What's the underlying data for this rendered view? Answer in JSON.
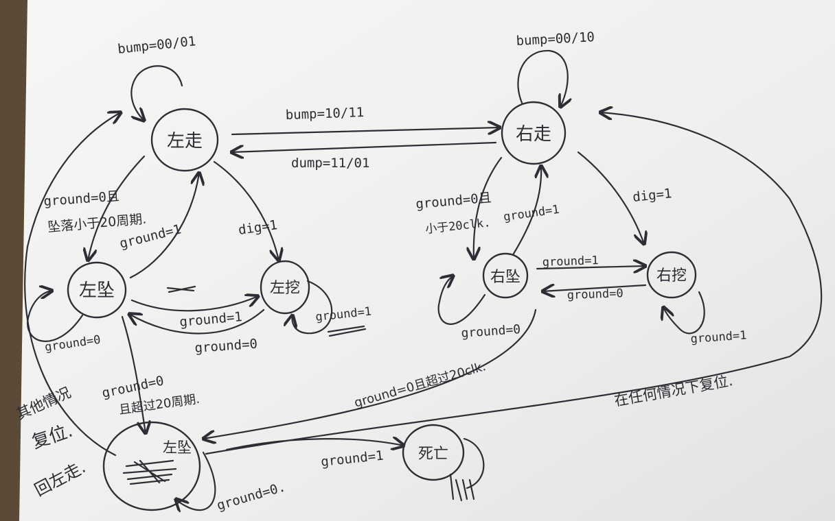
{
  "states": {
    "walk_left": "左走",
    "walk_right": "右走",
    "fall_left": "左坠",
    "fall_right": "右坠",
    "dig_left": "左挖",
    "dig_right": "右挖",
    "splatter": "左坠",
    "dead": "死亡"
  },
  "transitions": {
    "self_walk_left": "bump=00/01",
    "self_walk_right": "bump=00/10",
    "walk_left_to_walk_right": "bump=10/11",
    "walk_right_to_walk_left": "dump=11/01",
    "walk_left_to_fall_left_1": "ground=0且",
    "walk_left_to_fall_left_2": "坠落小于20周期.",
    "fall_left_to_walk_left": "ground=1",
    "walk_left_to_dig_left": "dig=1",
    "fall_left_to_dig_left": "ground=1",
    "dig_left_to_fall_left": "ground=0",
    "self_dig_left": "ground=1",
    "self_fall_left": "ground=0",
    "walk_right_to_fall_right_1": "ground=0且",
    "walk_right_to_fall_right_2": "小于20clk.",
    "fall_right_to_walk_right": "ground=1",
    "walk_right_to_dig_right": "dig=1",
    "fall_right_to_dig_right": "ground=1",
    "dig_right_to_fall_right": "ground=0",
    "self_fall_right": "ground=0",
    "self_dig_right": "ground=1",
    "fall_left_to_splatter_1": "ground=0",
    "fall_left_to_splatter_2": "且超过20周期.",
    "fall_right_to_splatter": "ground=0且超过20clk.",
    "splatter_to_dead": "ground=1",
    "self_splatter": "ground=0.",
    "splatter_to_walk_left_1": "其他情况",
    "splatter_to_walk_left_2": "复位.",
    "splatter_to_walk_left_3": "回左走.",
    "reset_to_walk_right": "在任何情况下复位."
  },
  "colors": {
    "paper": "#f3f3f0",
    "ink": "#2d2d35",
    "table": "#6e5a44"
  }
}
